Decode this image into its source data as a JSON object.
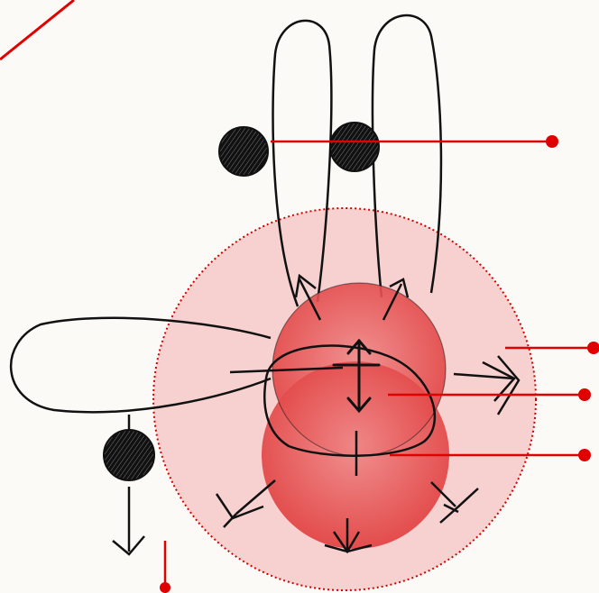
{
  "diagram": {
    "description_visible_text": "",
    "colors": {
      "paper": "#fbfaf6",
      "ink": "#111111",
      "callout": "#e00000",
      "cell_fill": "#e84a4a",
      "halo_fill": "#f6c3c3"
    },
    "callouts": [
      {
        "id": "vesicle-callout"
      },
      {
        "id": "secretion-callout"
      },
      {
        "id": "membrane-overlap-callout"
      },
      {
        "id": "lower-cell-callout"
      },
      {
        "id": "secreted-vesicle-callout"
      }
    ]
  }
}
